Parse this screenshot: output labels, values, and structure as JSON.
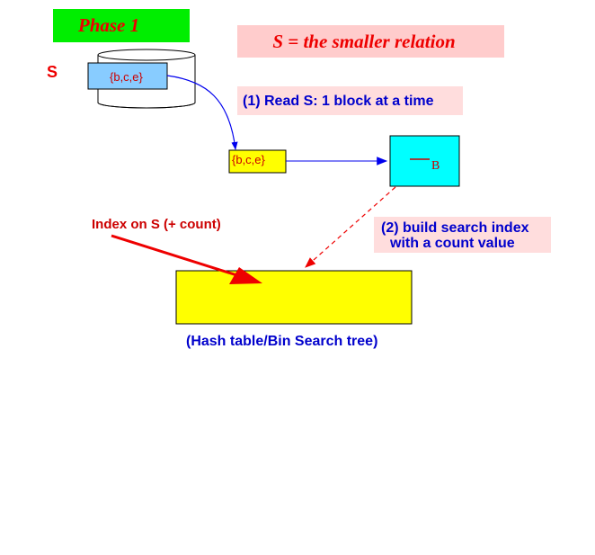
{
  "phase_title": "Phase 1",
  "relation_title": "S = the smaller relation",
  "relation_label": "S",
  "disk_block": "{b,c,e}",
  "memory_block": "{b,c,e}",
  "steps": {
    "read": "(1) Read S: 1 block at a time",
    "build_line1": "(2) build search index",
    "build_line2": "with a count value"
  },
  "buffer_label": "B",
  "index_label": "Index on S (+ count)",
  "index_caption": "(Hash table/Bin Search tree)",
  "colors": {
    "phase_bg": "#00ee00",
    "title_bg": "#ffcccc",
    "note_bg": "#ffdddd",
    "disk_block": "#88ccff",
    "memory_block": "#ffff00",
    "buffer": "#00ffff",
    "index_table": "#ffff00",
    "red_text": "#ee0000",
    "blue_text": "#0000cc"
  }
}
